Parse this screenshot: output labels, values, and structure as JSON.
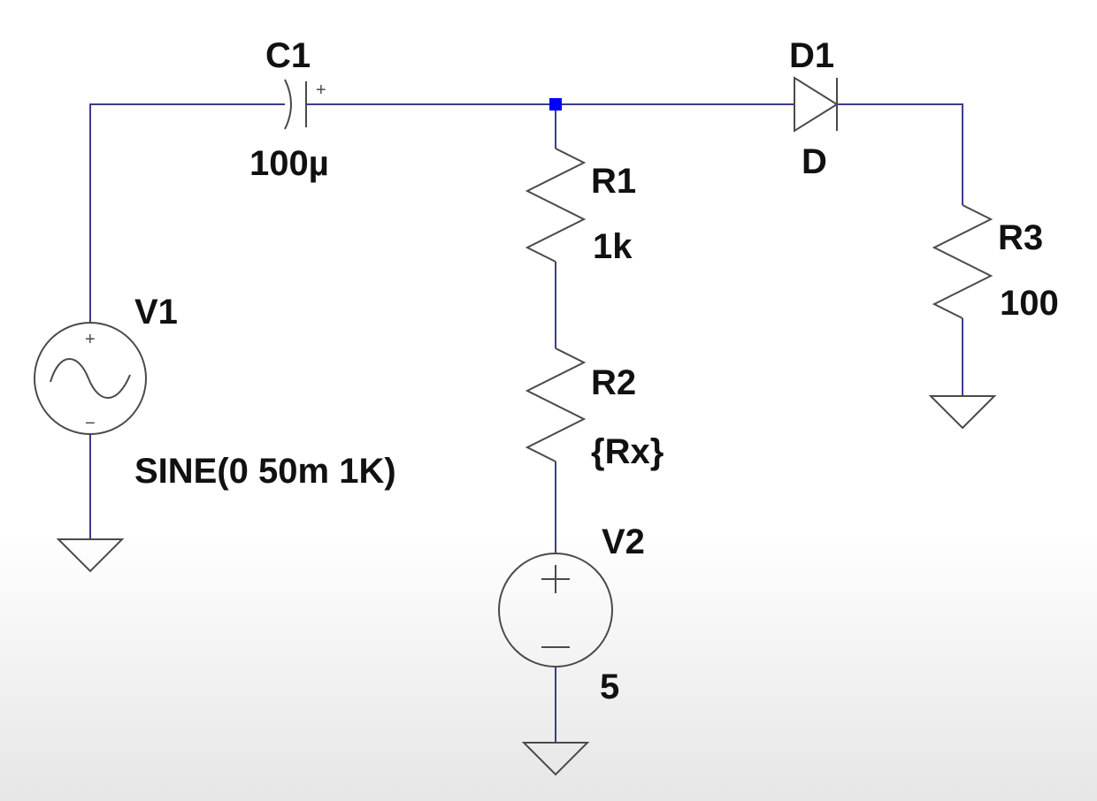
{
  "colors": {
    "wire": "#3c3c8c",
    "symbol": "#4a4a4a",
    "junction": "#0000ff",
    "text": "#111111"
  },
  "components": {
    "C1": {
      "ref": "C1",
      "value": "100µ"
    },
    "D1": {
      "ref": "D1",
      "value": "D"
    },
    "R1": {
      "ref": "R1",
      "value": "1k"
    },
    "R2": {
      "ref": "R2",
      "value": "{Rx}"
    },
    "R3": {
      "ref": "R3",
      "value": "100"
    },
    "V1": {
      "ref": "V1",
      "value": "SINE(0 50m 1K)"
    },
    "V2": {
      "ref": "V2",
      "value": "5"
    }
  },
  "polarity": {
    "plus": "+",
    "minus": "−"
  }
}
